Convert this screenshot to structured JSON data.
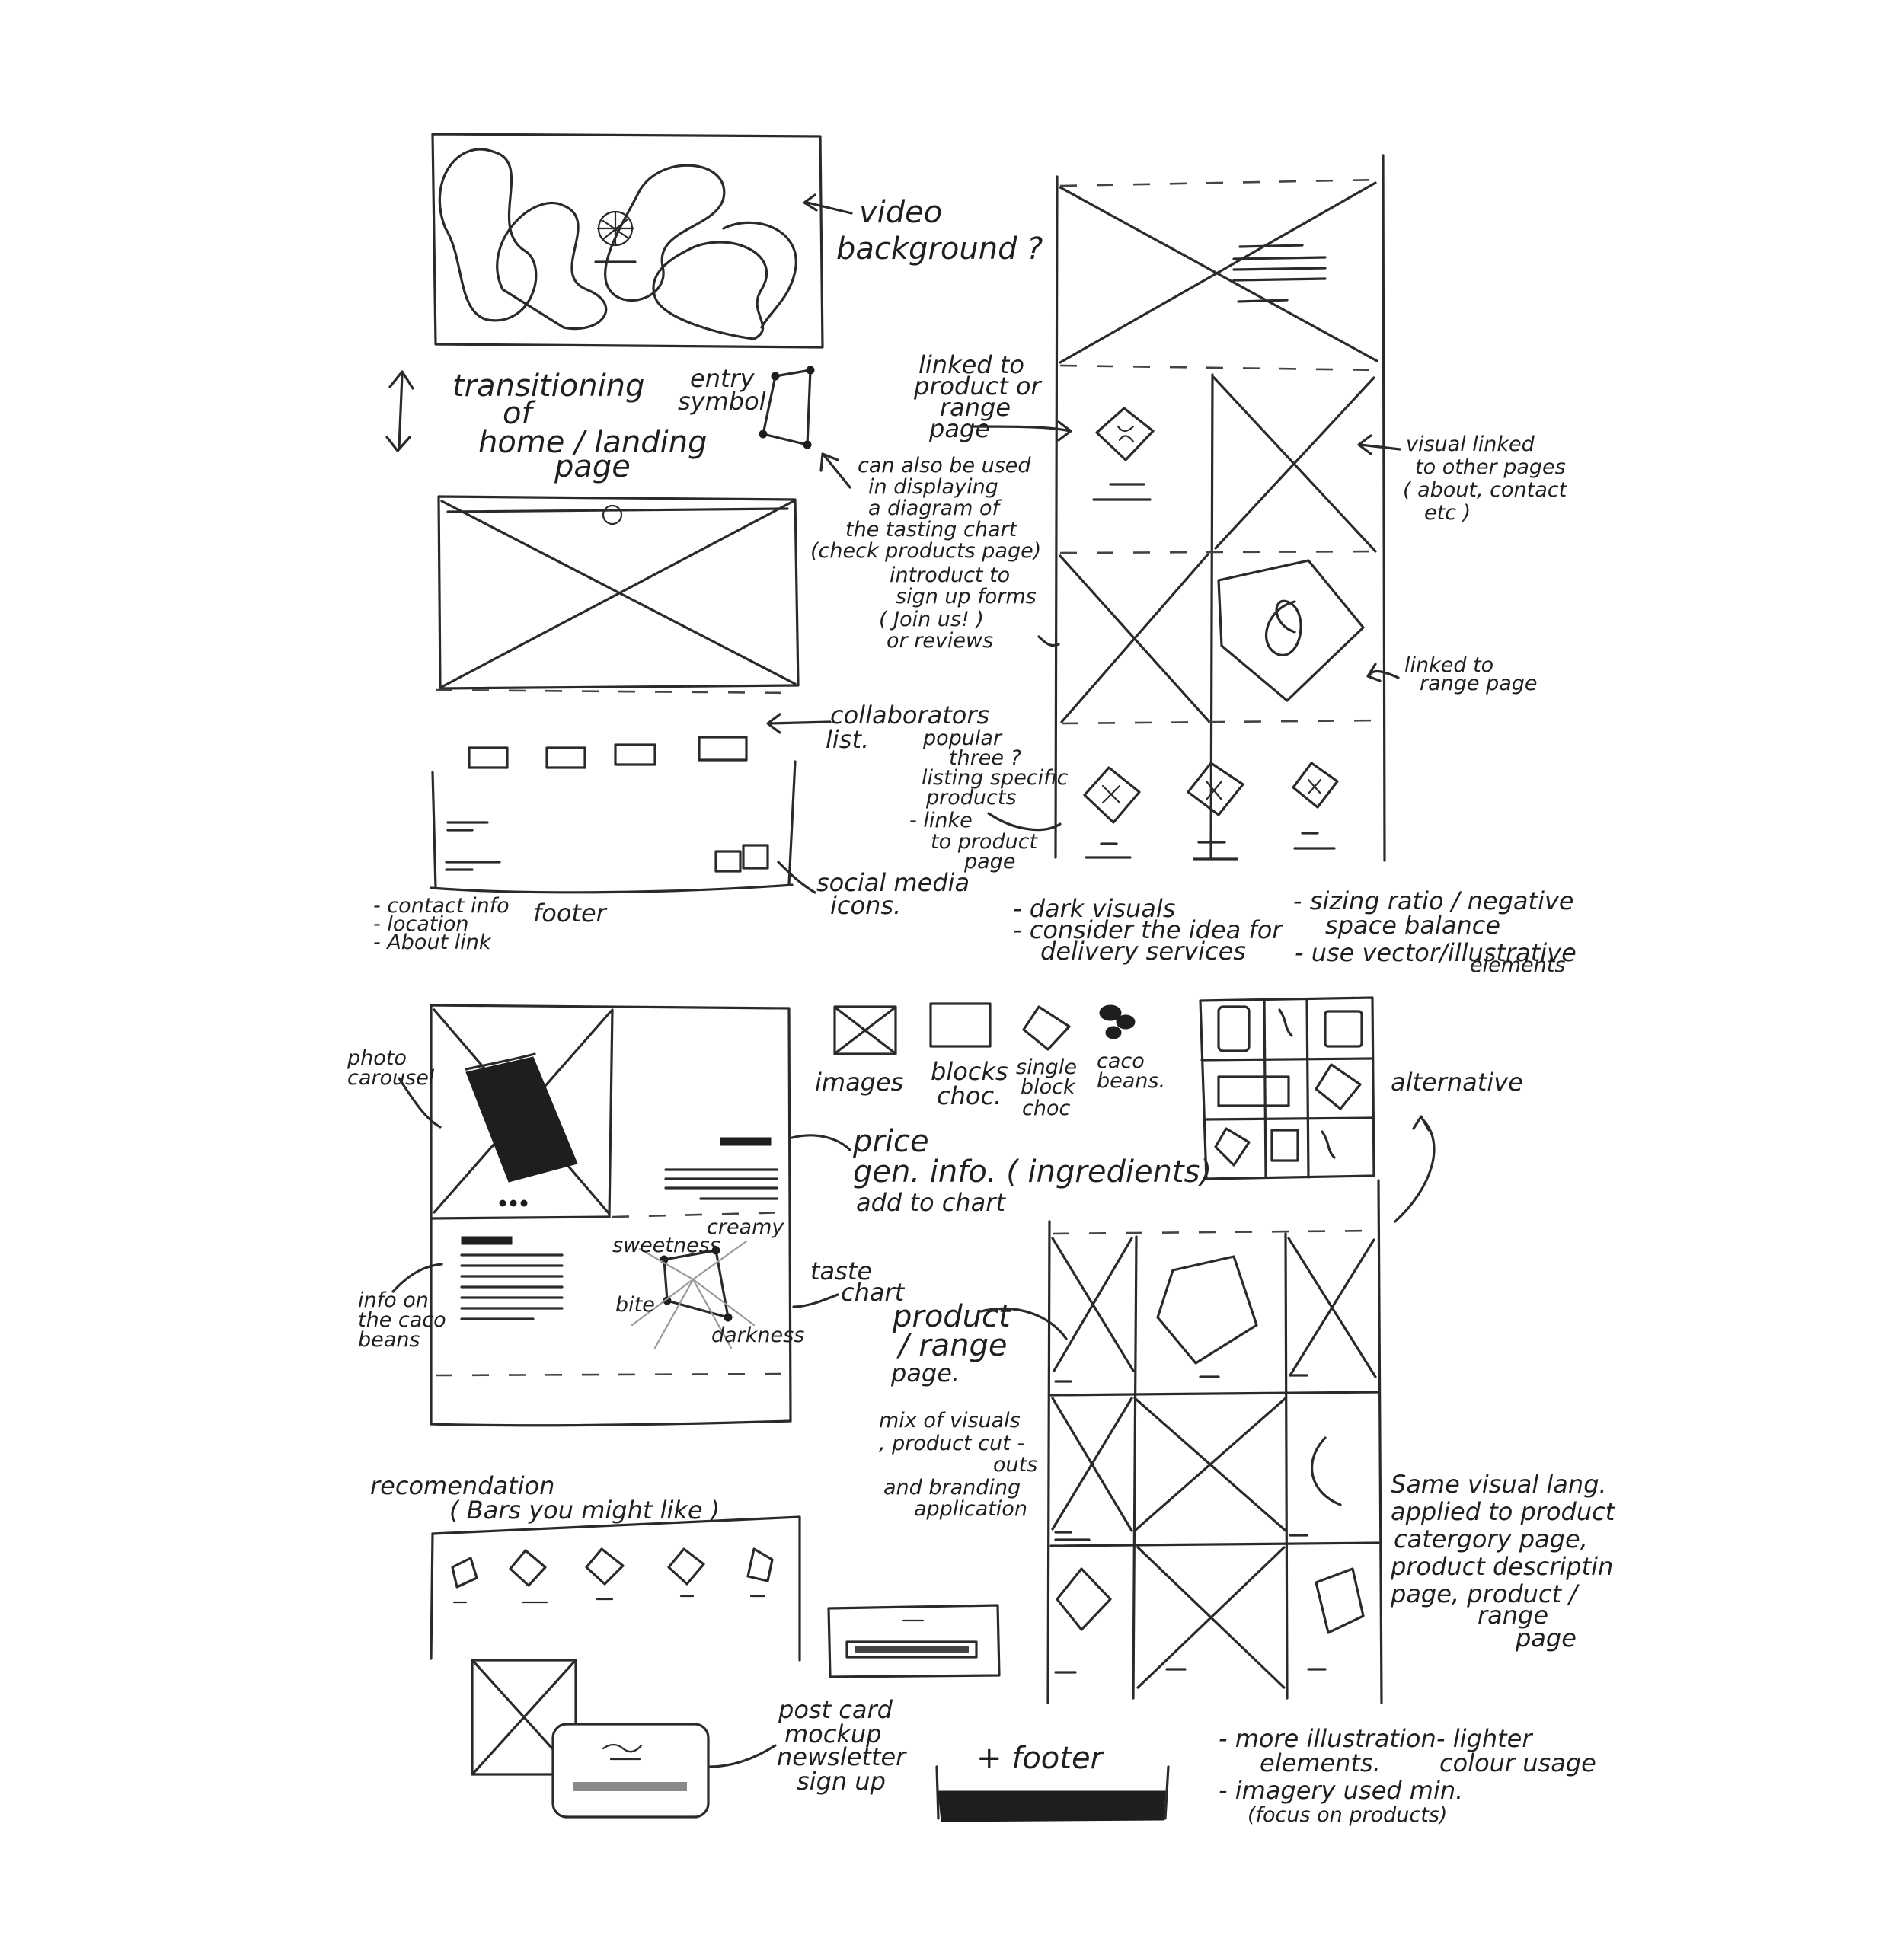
{
  "notes": {
    "video_bg": [
      "video",
      "background ?"
    ],
    "transition": [
      "transitioning",
      "of",
      "home / landing",
      "page"
    ],
    "entry_symbol": [
      "entry",
      "symbol"
    ],
    "diagram_use": [
      "can also be used",
      "in displaying",
      "a diagram of",
      "the tasting chart",
      "(check products page)"
    ],
    "linked_product": [
      "linked to",
      "product or",
      "range",
      "page"
    ],
    "visual_linked": [
      "visual linked",
      "to other pages",
      "( about, contact",
      "etc )"
    ],
    "introduct_signup": [
      "introduct to",
      "sign up forms",
      "( Join us! )",
      "or reviews"
    ],
    "linked_range": [
      "linked to",
      "range page"
    ],
    "collaborators": [
      "collaborators",
      "list."
    ],
    "popular_three": [
      "popular",
      "three ?",
      "listing specific",
      "products",
      "- linke",
      "to product",
      "page"
    ],
    "social_icons": [
      "social media",
      "icons."
    ],
    "footer_list": [
      "- contact info",
      "- location",
      "- About link"
    ],
    "footer_label": "footer",
    "dark_visuals": [
      "- dark visuals",
      "- consider the idea for",
      "delivery services"
    ],
    "sizing": [
      "- sizing ratio / negative",
      "space balance",
      "- use vector/illustrative",
      "elements"
    ],
    "legend_images": "images",
    "legend_blocks": [
      "blocks",
      "choc."
    ],
    "legend_single": [
      "single",
      "block",
      "choc"
    ],
    "legend_beans": [
      "caco",
      "beans."
    ],
    "alternative": "alternative",
    "photo_carousel": [
      "photo",
      "carousel"
    ],
    "price_info": [
      "price",
      "gen. info. ( ingredients)",
      "add to chart"
    ],
    "info_beans": [
      "info on",
      "the caco",
      "beans"
    ],
    "taste_chart": [
      "taste",
      "chart"
    ],
    "taste_axes": [
      "sweetness",
      "creamy",
      "bite",
      "darkness"
    ],
    "product_range": [
      "product",
      "/ range",
      "page."
    ],
    "mix_visuals": [
      "mix of visuals",
      ", product cut -",
      "outs",
      "and branding",
      "application"
    ],
    "same_visual": [
      "Same visual lang.",
      "applied to product",
      "catergory page,",
      "product descriptin",
      "page, product /",
      "range",
      "page"
    ],
    "recommendation": [
      "recomendation",
      "( Bars you might like )"
    ],
    "postcard": [
      "post card",
      "mockup",
      "newsletter",
      "sign up"
    ],
    "plus_footer": "+ footer",
    "more_illustration": [
      "- more illustration",
      "elements.",
      "- imagery used min.",
      "(focus on products)"
    ],
    "lighter": [
      "- lighter",
      "colour usage"
    ]
  }
}
